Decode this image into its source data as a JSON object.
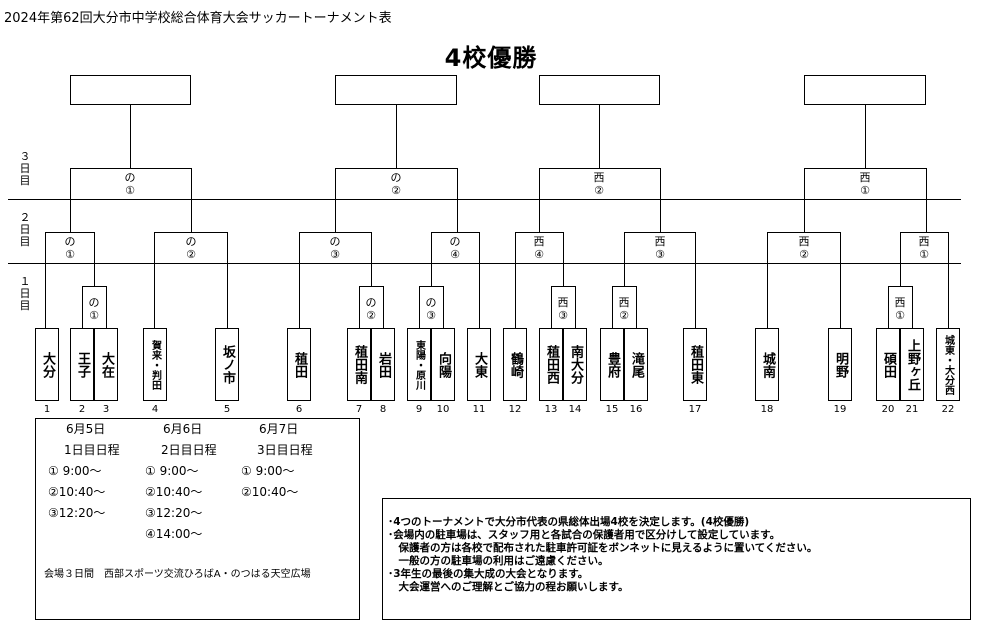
{
  "title": "2024年第62回大分市中学校総合体育大会サッカートーナメント表",
  "subtitle": "4校優勝",
  "day_labels": [
    "３日目",
    "２日目",
    "１日目"
  ],
  "matches": {
    "n1_d3": [
      "の",
      "①"
    ],
    "n2_d3": [
      "の",
      "②"
    ],
    "w2_d3": [
      "西",
      "②"
    ],
    "w1_d3": [
      "西",
      "①"
    ],
    "n1_d2": [
      "の",
      "①"
    ],
    "n2_d2": [
      "の",
      "②"
    ],
    "n3_d2": [
      "の",
      "③"
    ],
    "n4_d2": [
      "の",
      "④"
    ],
    "w4_d2": [
      "西",
      "④"
    ],
    "w3_d2": [
      "西",
      "③"
    ],
    "w2_d2": [
      "西",
      "②"
    ],
    "w1_d2": [
      "西",
      "①"
    ],
    "n1_d1": [
      "の",
      "①"
    ],
    "n2_d1": [
      "の",
      "②"
    ],
    "n3_d1": [
      "の",
      "③"
    ],
    "w3_d1": [
      "西",
      "③"
    ],
    "w2_d1": [
      "西",
      "②"
    ],
    "w1_d1": [
      "西",
      "①"
    ]
  },
  "teams": [
    {
      "name": "大分",
      "no": "1"
    },
    {
      "name": "王子",
      "no": "2"
    },
    {
      "name": "大在",
      "no": "3"
    },
    {
      "name": "賀来・判田",
      "no": "4"
    },
    {
      "name": "坂ノ市",
      "no": "5"
    },
    {
      "name": "稙田",
      "no": "6"
    },
    {
      "name": "稙田南",
      "no": "7"
    },
    {
      "name": "岩田",
      "no": "8"
    },
    {
      "name": "東陽・原川",
      "no": "9"
    },
    {
      "name": "向陽",
      "no": "10"
    },
    {
      "name": "大東",
      "no": "11"
    },
    {
      "name": "鶴崎",
      "no": "12"
    },
    {
      "name": "稙田西",
      "no": "13"
    },
    {
      "name": "南大分",
      "no": "14"
    },
    {
      "name": "豊府",
      "no": "15"
    },
    {
      "name": "滝尾",
      "no": "16"
    },
    {
      "name": "稙田東",
      "no": "17"
    },
    {
      "name": "城南",
      "no": "18"
    },
    {
      "name": "明野",
      "no": "19"
    },
    {
      "name": "碩田",
      "no": "20"
    },
    {
      "name": "上野ヶ丘",
      "no": "21"
    },
    {
      "name": "城東・大分西",
      "no": "22"
    }
  ],
  "schedule": {
    "days": [
      {
        "date": "6月5日",
        "heading": "1日目日程",
        "times": [
          "①  9:00～",
          "②10:40～",
          "③12:20～"
        ]
      },
      {
        "date": "6月6日",
        "heading": "2日目日程",
        "times": [
          "①  9:00～",
          "②10:40～",
          "③12:20～",
          "④14:00～"
        ]
      },
      {
        "date": "6月7日",
        "heading": "3日目日程",
        "times": [
          "①  9:00～",
          "②10:40～"
        ]
      }
    ],
    "venue": "会場３日間　西部スポーツ交流ひろばA・のつはる天空広場"
  },
  "notes": [
    "･4つのトーナメントで大分市代表の県総体出場4校を決定します。(4校優勝)",
    "･会場内の駐車場は、スタッフ用と各試合の保護者用で区分けして設定しています。",
    "　保護者の方は各校で配布された駐車許可証をボンネットに見えるように置いてください。",
    "　一般の方の駐車場の利用はご遠慮ください。",
    "･3年生の最後の集大成の大会となります。",
    "　大会運営へのご理解とご協力の程お願いします。"
  ]
}
